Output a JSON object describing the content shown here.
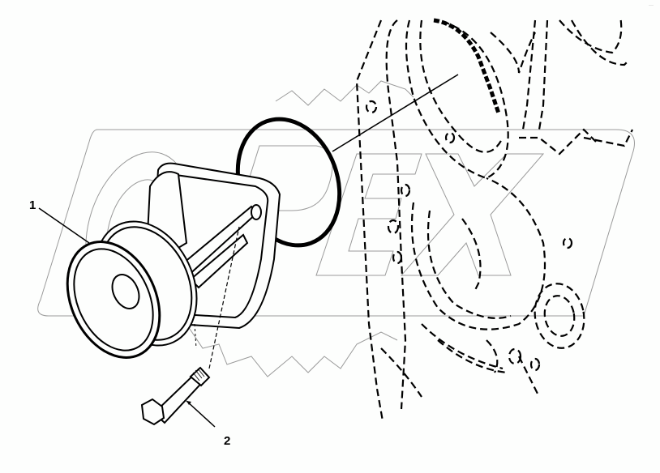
{
  "diagram": {
    "type": "exploded-parts-view",
    "subject": "water pump assembly",
    "watermark": {
      "text": "OPEX",
      "color": "#9a9a9a"
    },
    "colors": {
      "line": "#000000",
      "background": "#fdfefd",
      "watermark": "#9a9a9a"
    },
    "callouts": [
      {
        "id": "1",
        "label": "1",
        "part": "water pump"
      },
      {
        "id": "2",
        "label": "2",
        "part": "bolt"
      }
    ],
    "unlabeled_parts": [
      {
        "part": "o-ring seal"
      },
      {
        "part": "engine block (dashed outline)"
      }
    ],
    "corner_mark": "···"
  }
}
